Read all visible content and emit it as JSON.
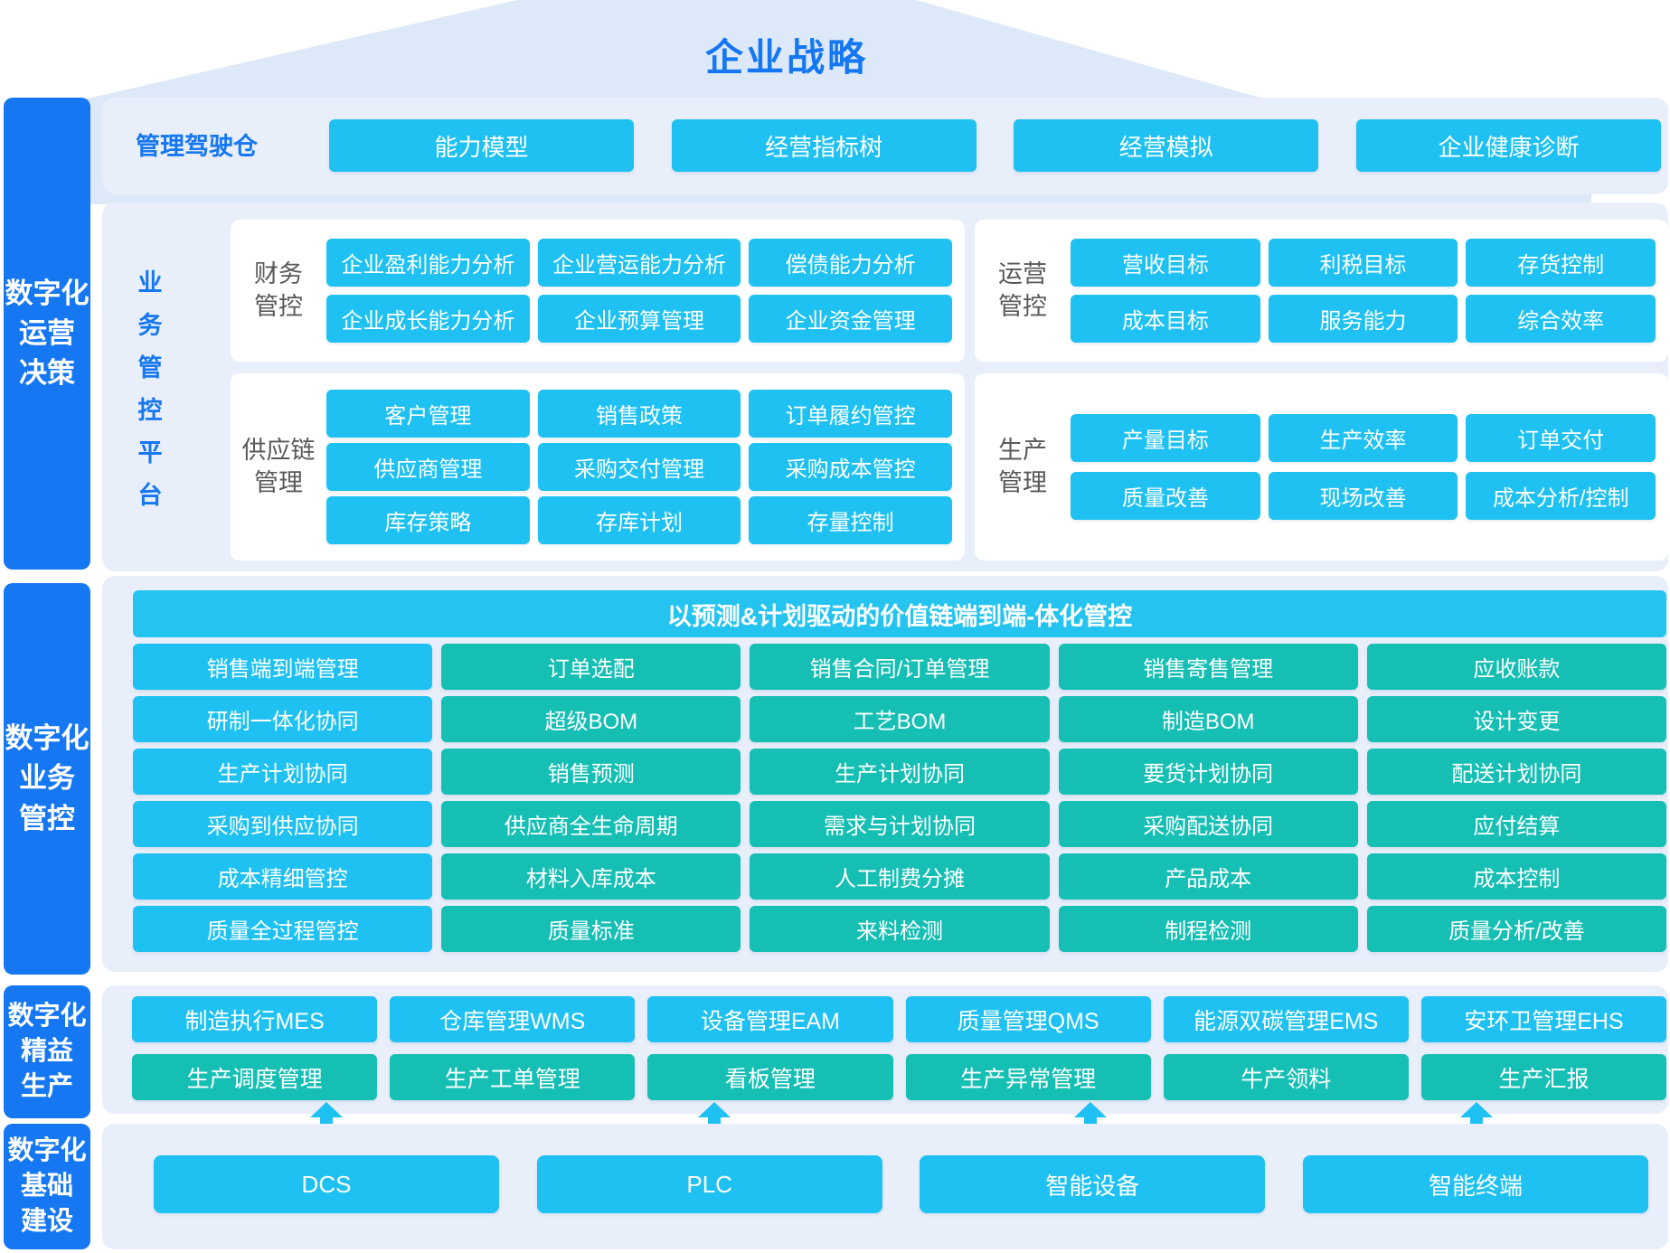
{
  "title": "企业战略",
  "colors": {
    "accent_blue": "#1577f2",
    "cyan": "#1ec1f1",
    "teal": "#16bfb4",
    "panel_bg": "#e8eefa",
    "roof_bg": "#dde9f8"
  },
  "sidebar": {
    "sections": [
      {
        "label_lines": [
          "数字化",
          "运营",
          "决策"
        ]
      },
      {
        "label_lines": [
          "数字化",
          "业务",
          "管控"
        ]
      },
      {
        "label_lines": [
          "数字化",
          "精益",
          "生产"
        ]
      },
      {
        "label_lines": [
          "数字化",
          "基础",
          "建设"
        ]
      }
    ]
  },
  "cockpit": {
    "label": "管理驾驶仓",
    "buttons": [
      "能力模型",
      "经营指标树",
      "经营模拟",
      "企业健康诊断"
    ]
  },
  "platform": {
    "vertical_label": "业务管控平台",
    "groups": [
      {
        "label_lines": [
          "财务",
          "管控"
        ],
        "rows": [
          [
            "企业盈利能力分析",
            "企业营运能力分析",
            "偿债能力分析"
          ],
          [
            "企业成长能力分析",
            "企业预算管理",
            "企业资金管理"
          ]
        ]
      },
      {
        "label_lines": [
          "运营",
          "管控"
        ],
        "rows": [
          [
            "营收目标",
            "利税目标",
            "存货控制"
          ],
          [
            "成本目标",
            "服务能力",
            "综合效率"
          ]
        ]
      },
      {
        "label_lines": [
          "供应链",
          "管理"
        ],
        "rows": [
          [
            "客户管理",
            "销售政策",
            "订单履约管控"
          ],
          [
            "供应商管理",
            "采购交付管理",
            "采购成本管控"
          ],
          [
            "库存策略",
            "存库计划",
            "存量控制"
          ]
        ]
      },
      {
        "label_lines": [
          "生产",
          "管理"
        ],
        "rows": [
          [
            "产量目标",
            "生产效率",
            "订单交付"
          ],
          [
            "质量改善",
            "现场改善",
            "成本分析/控制"
          ]
        ]
      }
    ]
  },
  "business_control": {
    "banner": "以预测&计划驱动的价值链端到端-体化管控",
    "rows": [
      [
        "销售端到端管理",
        "订单选配",
        "销售合同/订单管理",
        "销售寄售管理",
        "应收账款"
      ],
      [
        "研制一体化协同",
        "超级BOM",
        "工艺BOM",
        "制造BOM",
        "设计变更"
      ],
      [
        "生产计划协同",
        "销售预测",
        "生产计划协同",
        "要货计划协同",
        "配送计划协同"
      ],
      [
        "采购到供应协同",
        "供应商全生命周期",
        "需求与计划协同",
        "采购配送协同",
        "应付结算"
      ],
      [
        "成本精细管控",
        "材料入库成本",
        "人工制费分摊",
        "产品成本",
        "成本控制"
      ],
      [
        "质量全过程管控",
        "质量标准",
        "来料检测",
        "制程检测",
        "质量分析/改善"
      ]
    ]
  },
  "lean_production": {
    "row1": [
      "制造执行MES",
      "仓库管理WMS",
      "设备管理EAM",
      "质量管理QMS",
      "能源双碳管理EMS",
      "安环卫管理EHS"
    ],
    "row2": [
      "生产调度管理",
      "生产工单管理",
      "看板管理",
      "生产异常管理",
      "牛产领料",
      "生产汇报"
    ]
  },
  "infrastructure": {
    "buttons": [
      "DCS",
      "PLC",
      "智能设备",
      "智能终端"
    ]
  }
}
